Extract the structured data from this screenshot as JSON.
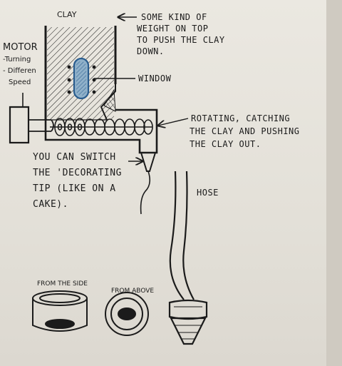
{
  "labels": {
    "clay": "CLAY",
    "weight": [
      "SOME KIND OF",
      "WEIGHT ON TOP",
      "TO PUSH THE CLAY",
      "DOWN."
    ],
    "motor": [
      "MOTOR",
      "-Turning",
      "- Differen",
      "Speed"
    ],
    "window": "WINDOW",
    "rotating": [
      "ROTATING, CATCHING",
      "THE CLAY AND PUSHING",
      "THE CLAY OUT."
    ],
    "switch": [
      "YOU CAN SWITCH",
      "THE 'DECORATING",
      "TIP (LIKE ON A",
      "CAKE)."
    ],
    "hose": "HOSE",
    "side": "FROM THE SIDE",
    "above": "FROM ABOVE"
  },
  "colors": {
    "ink": "#1b1b1b",
    "paper": "#e8e5de",
    "window_fill": "#8fb0c9",
    "window_outline": "#2a5d8f"
  }
}
